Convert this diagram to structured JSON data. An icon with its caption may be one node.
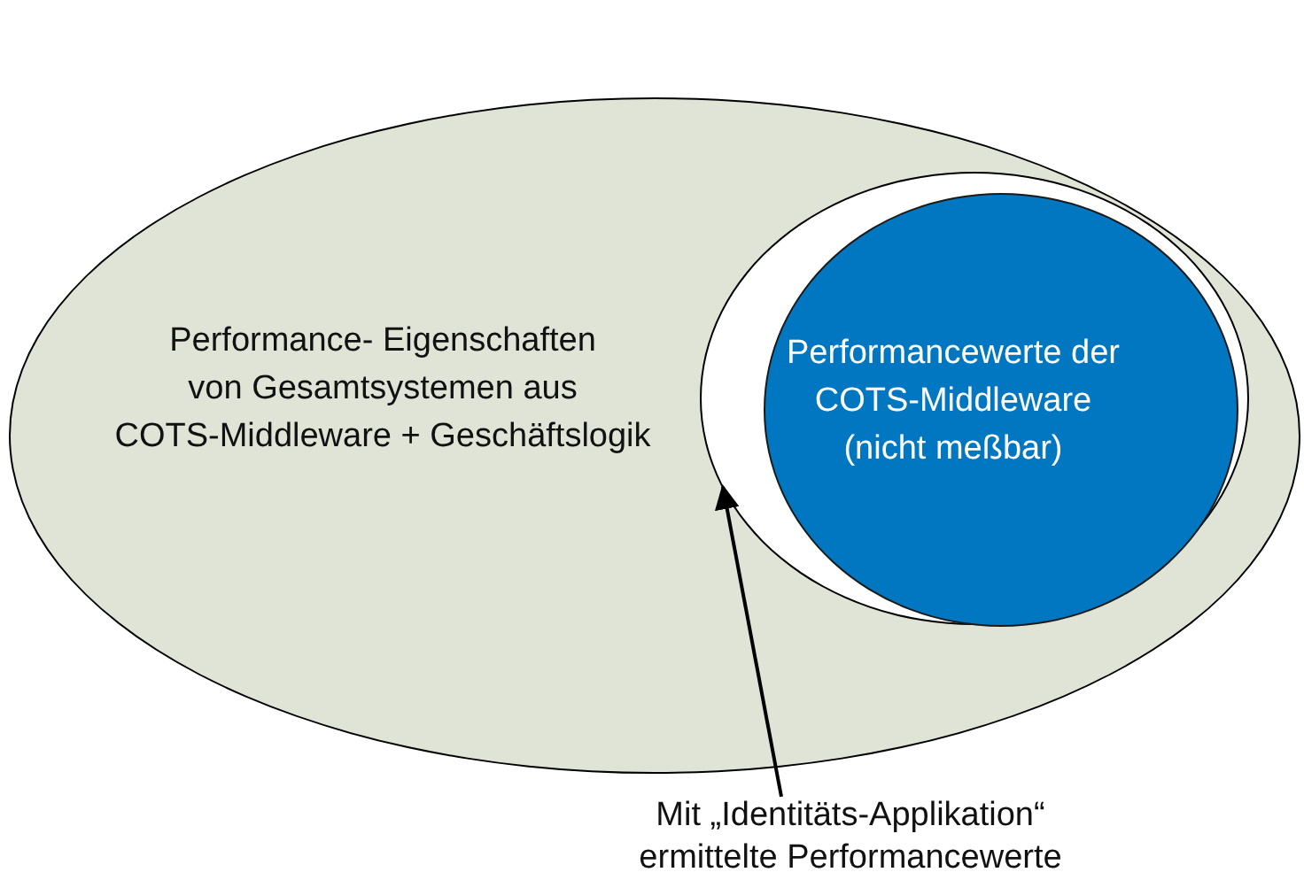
{
  "diagram": {
    "nodes": [
      {
        "text": [
          "Performance- Eigenschaften von Gesamtsystemen aus COTS-Middleware + Geschäftslogik"
        ]
      },
      {
        "text": [],
        "shape": "ellipse",
        "in": 0
      },
      {
        "text": [
          "Performancewerte der COTS-Middleware (nicht meßbar)"
        ],
        "in": 1
      },
      {
        "text": [
          "Mit „Identitäts-Applikation“ ermittelte Performancewerte"
        ]
      }
    ],
    "edges": [
      {
        "from": 3,
        "to": 1,
        "arrow": "to"
      }
    ]
  }
}
